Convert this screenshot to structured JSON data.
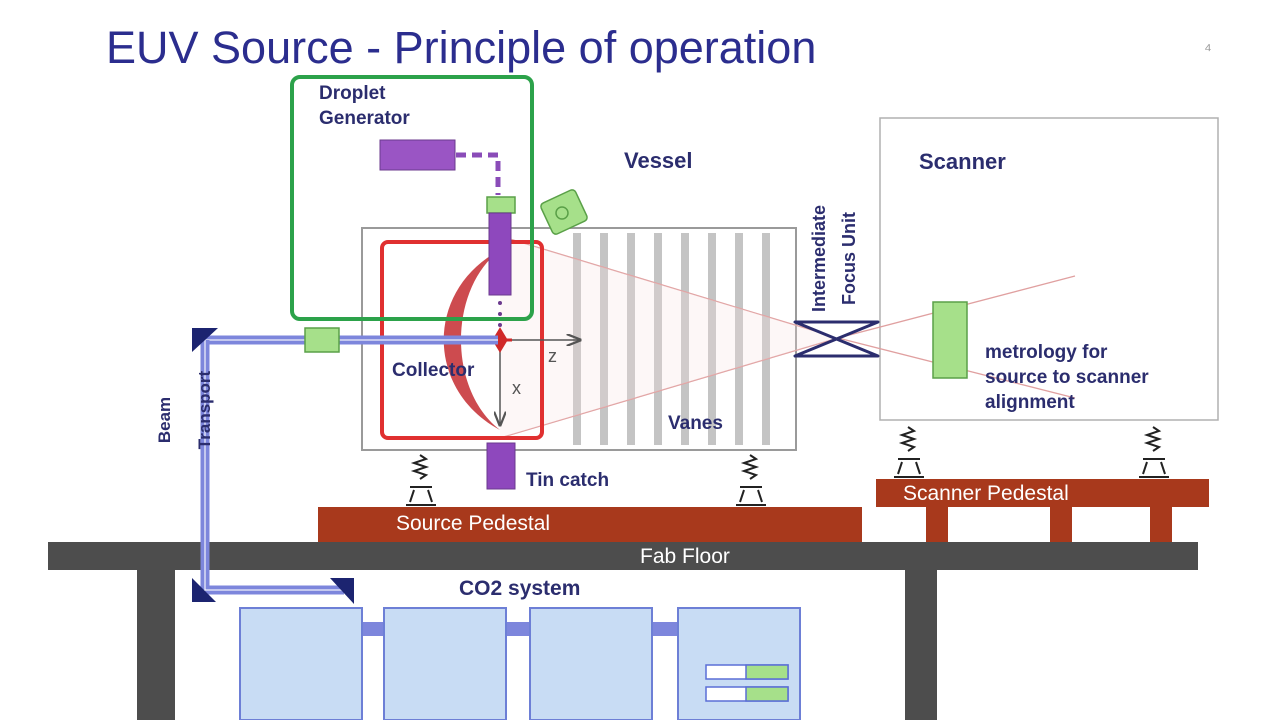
{
  "title": "EUV Source - Principle of operation",
  "labels": {
    "droplet_generator_line1": "Droplet",
    "droplet_generator_line2": "Generator",
    "vessel": "Vessel",
    "scanner": "Scanner",
    "intermediate_focus_line1": "Intermediate",
    "intermediate_focus_line2": "Focus Unit",
    "metrology_line1": "metrology for",
    "metrology_line2": "source to scanner",
    "metrology_line3": "alignment",
    "collector": "Collector",
    "axis_z": "z",
    "axis_x": "x",
    "vanes": "Vanes",
    "tin_catch": "Tin catch",
    "beam_transport_line1": "Beam",
    "beam_transport_line2": "Transport",
    "source_pedestal": "Source Pedestal",
    "scanner_pedestal": "Scanner Pedestal",
    "fab_floor": "Fab Floor",
    "co2_system": "CO2 system",
    "corner_mark": "⁴"
  },
  "colors": {
    "title": "#2b2d8e",
    "label": "#2b2d6e",
    "droplet_frame": "#2ca24a",
    "collector_frame": "#e03030",
    "pedestal": "#a8391c",
    "floor": "#4d4d4d",
    "beam": "#7d86dc",
    "co2_box_fill": "#c8dcf4",
    "co2_box_border": "#6d7fd6",
    "generator": "#9a55c4",
    "metrology_fill": "#a6e08a",
    "vane": "#c4c4c4"
  }
}
